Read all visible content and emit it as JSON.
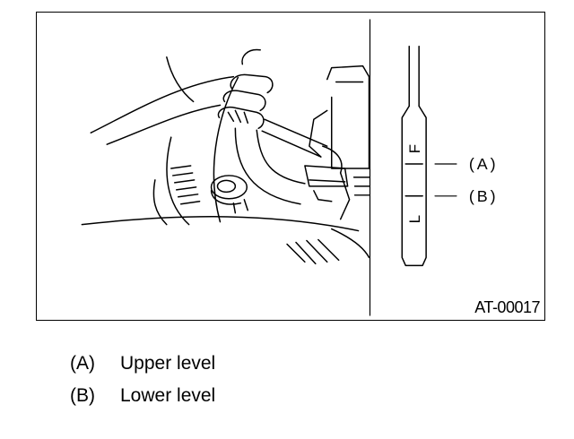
{
  "figure": {
    "code": "AT-00017",
    "dipstick": {
      "mark_full": "F",
      "mark_low": "L"
    },
    "callouts": [
      {
        "key": "(A)"
      },
      {
        "key": "(B)"
      }
    ]
  },
  "legend": [
    {
      "key": "(A)",
      "text": "Upper level"
    },
    {
      "key": "(B)",
      "text": "Lower level"
    }
  ]
}
